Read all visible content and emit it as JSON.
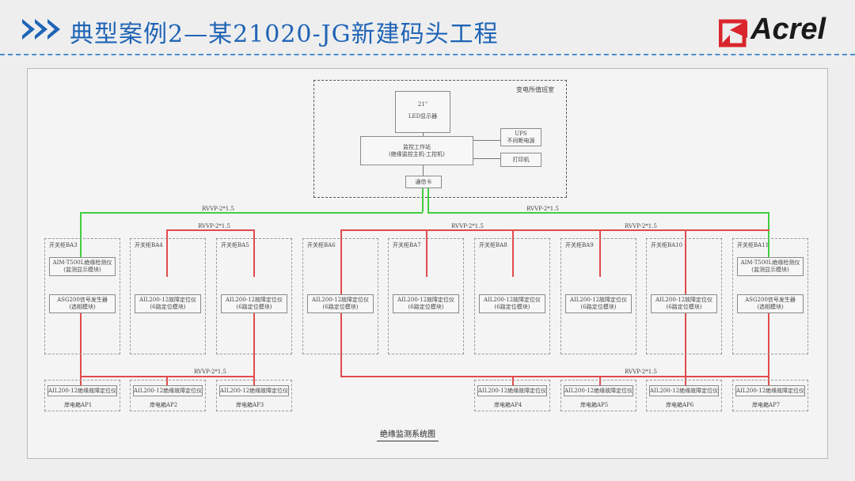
{
  "header": {
    "title": "典型案例2—某21020-JG新建码头工程",
    "logo_text": "Acrel",
    "accent_color": "#1f64b6",
    "logo_red": "#d9262c"
  },
  "diagram": {
    "control_room_label": "变电所值班室",
    "monitor_size": "21\"",
    "monitor_label": "LED显示器",
    "workstation_line1": "监控工作站",
    "workstation_line2": "(绝缘监控主机-工控机)",
    "ups_line1": "UPS",
    "ups_line2": "不间断电源",
    "printer_label": "打印机",
    "comm_card_label": "通信卡",
    "cable_labels": [
      "RVVP-2*1.5",
      "RVVP-2*1.5",
      "RVVP-2*1.5",
      "RVVP-2*1.5",
      "RVVP-2*1.5",
      "RVVP-2*1.5",
      "RVVP-2*1.5"
    ],
    "cabinets": [
      {
        "name": "开关柜BA3",
        "dev1a": "AIM-T500L绝缘检测仪",
        "dev1b": "(监测显示模块)",
        "dev2a": "ASG200信号发生器",
        "dev2b": "(选相模块)"
      },
      {
        "name": "开关柜BA4",
        "dev1a": "",
        "dev1b": "",
        "dev2a": "AIL200-12故障定位仪",
        "dev2b": "(6路定位模块)"
      },
      {
        "name": "开关柜BA5",
        "dev1a": "",
        "dev1b": "",
        "dev2a": "AIL200-12故障定位仪",
        "dev2b": "(6路定位模块)"
      },
      {
        "name": "开关柜BA6",
        "dev1a": "",
        "dev1b": "",
        "dev2a": "AIL200-12故障定位仪",
        "dev2b": "(6路定位模块)"
      },
      {
        "name": "开关柜BA7",
        "dev1a": "",
        "dev1b": "",
        "dev2a": "AIL200-12故障定位仪",
        "dev2b": "(6路定位模块)"
      },
      {
        "name": "开关柜BA8",
        "dev1a": "",
        "dev1b": "",
        "dev2a": "AIL200-12故障定位仪",
        "dev2b": "(6路定位模块)"
      },
      {
        "name": "开关柜BA9",
        "dev1a": "",
        "dev1b": "",
        "dev2a": "AIL200-12故障定位仪",
        "dev2b": "(6路定位模块)"
      },
      {
        "name": "开关柜BA10",
        "dev1a": "",
        "dev1b": "",
        "dev2a": "AIL200-12故障定位仪",
        "dev2b": "(6路定位模块)"
      },
      {
        "name": "开关柜BA11",
        "dev1a": "AIM-T500L绝缘检测仪",
        "dev1b": "(监测显示模块)",
        "dev2a": "ASG200信号发生器",
        "dev2b": "(选相模块)"
      }
    ],
    "shore_boxes": [
      {
        "device": "AIL200-12绝缘故障定位仪",
        "name": "岸电箱AP1"
      },
      {
        "device": "AIL200-12绝缘故障定位仪",
        "name": "岸电箱AP2"
      },
      {
        "device": "AIL200-12绝缘故障定位仪",
        "name": "岸电箱AP3"
      },
      {
        "device": "AIL200-12绝缘故障定位仪",
        "name": "岸电箱AP4"
      },
      {
        "device": "AIL200-12绝缘故障定位仪",
        "name": "岸电箱AP5"
      },
      {
        "device": "AIL200-12绝缘故障定位仪",
        "name": "岸电箱AP6"
      },
      {
        "device": "AIL200-12绝缘故障定位仪",
        "name": "岸电箱AP7"
      }
    ],
    "caption": "绝缘监测系统图"
  }
}
